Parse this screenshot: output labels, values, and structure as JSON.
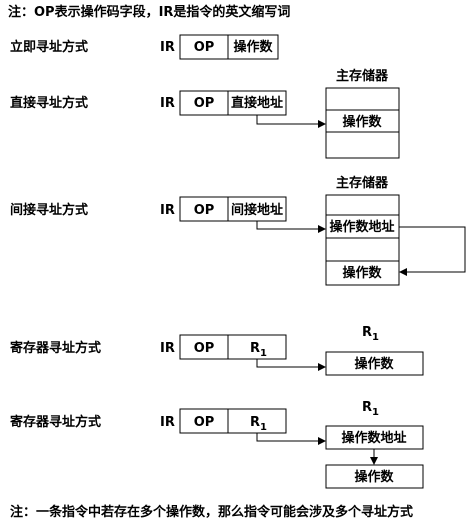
{
  "header_note": "注：OP表示操作码字段，IR是指令的英文缩写词",
  "footer_note": "注：一条指令中若存在多个操作数，那么指令可能会涉及多个寻址方式",
  "ir_label": "IR",
  "op_label": "OP",
  "memory_label": "主存储器",
  "register_label": "R",
  "register_subscript": "1",
  "modes": {
    "immediate": {
      "label": "立即寻址方式",
      "field": "操作数"
    },
    "direct": {
      "label": "直接寻址方式",
      "field": "直接地址",
      "memory_cell": "操作数"
    },
    "indirect": {
      "label": "间接寻址方式",
      "field": "间接地址",
      "memory_cell_1": "操作数地址",
      "memory_cell_2": "操作数"
    },
    "register": {
      "label": "寄存器寻址方式",
      "register_value": "操作数"
    },
    "register_indirect": {
      "label": "寄存器寻址方式",
      "register_value": "操作数地址",
      "target_value": "操作数"
    }
  }
}
